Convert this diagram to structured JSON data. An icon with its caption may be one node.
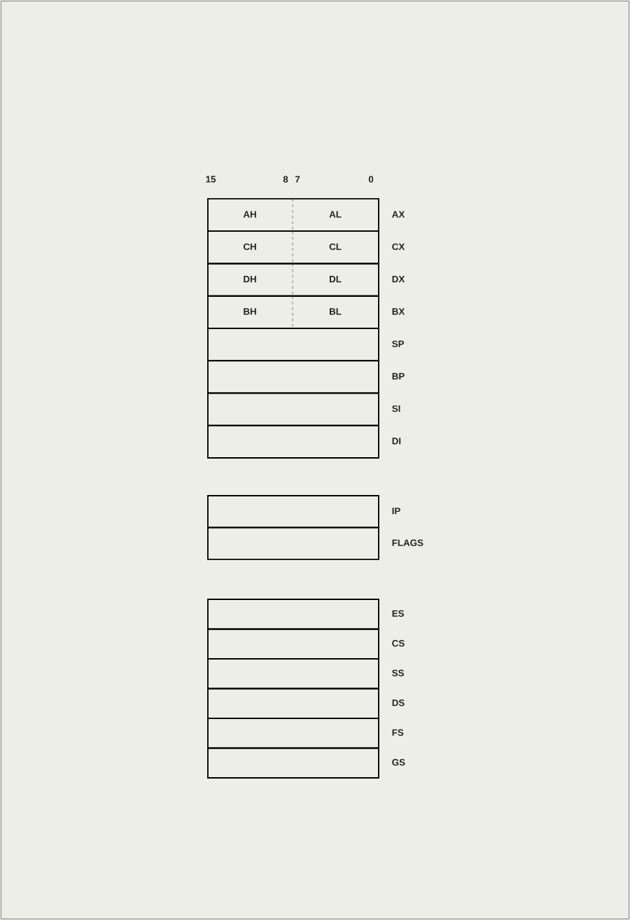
{
  "diagram": {
    "nodes": [
      {
        "text": [
          "AH",
          "AL"
        ],
        "beside": [
          "AX"
        ]
      },
      {
        "text": [
          "CH",
          "CL"
        ],
        "beside": [
          "CX"
        ]
      },
      {
        "text": [
          "DH",
          "DL"
        ],
        "beside": [
          "DX"
        ]
      },
      {
        "text": [
          "BH",
          "BL"
        ],
        "beside": [
          "BX"
        ]
      },
      {
        "text": [],
        "shape": "box",
        "beside": [
          "SP"
        ]
      },
      {
        "text": [],
        "shape": "box",
        "beside": [
          "BP"
        ]
      },
      {
        "text": [],
        "shape": "box",
        "beside": [
          "SI"
        ]
      },
      {
        "text": [],
        "shape": "box",
        "beside": [
          "DI"
        ]
      },
      {
        "text": [],
        "shape": "box",
        "beside": [
          "IP"
        ]
      },
      {
        "text": [],
        "shape": "box",
        "beside": [
          "FLAGS"
        ]
      },
      {
        "text": [],
        "shape": "box",
        "beside": [
          "ES"
        ]
      },
      {
        "text": [],
        "shape": "box",
        "beside": [
          "CS"
        ]
      },
      {
        "text": [],
        "shape": "box",
        "beside": [
          "SS"
        ]
      },
      {
        "text": [],
        "shape": "box",
        "beside": [
          "DS"
        ]
      },
      {
        "text": [],
        "shape": "box",
        "beside": [
          "FS"
        ]
      },
      {
        "text": [],
        "shape": "box",
        "beside": [
          "GS"
        ]
      }
    ],
    "labels": [
      "15",
      "8",
      "7",
      "0"
    ]
  }
}
